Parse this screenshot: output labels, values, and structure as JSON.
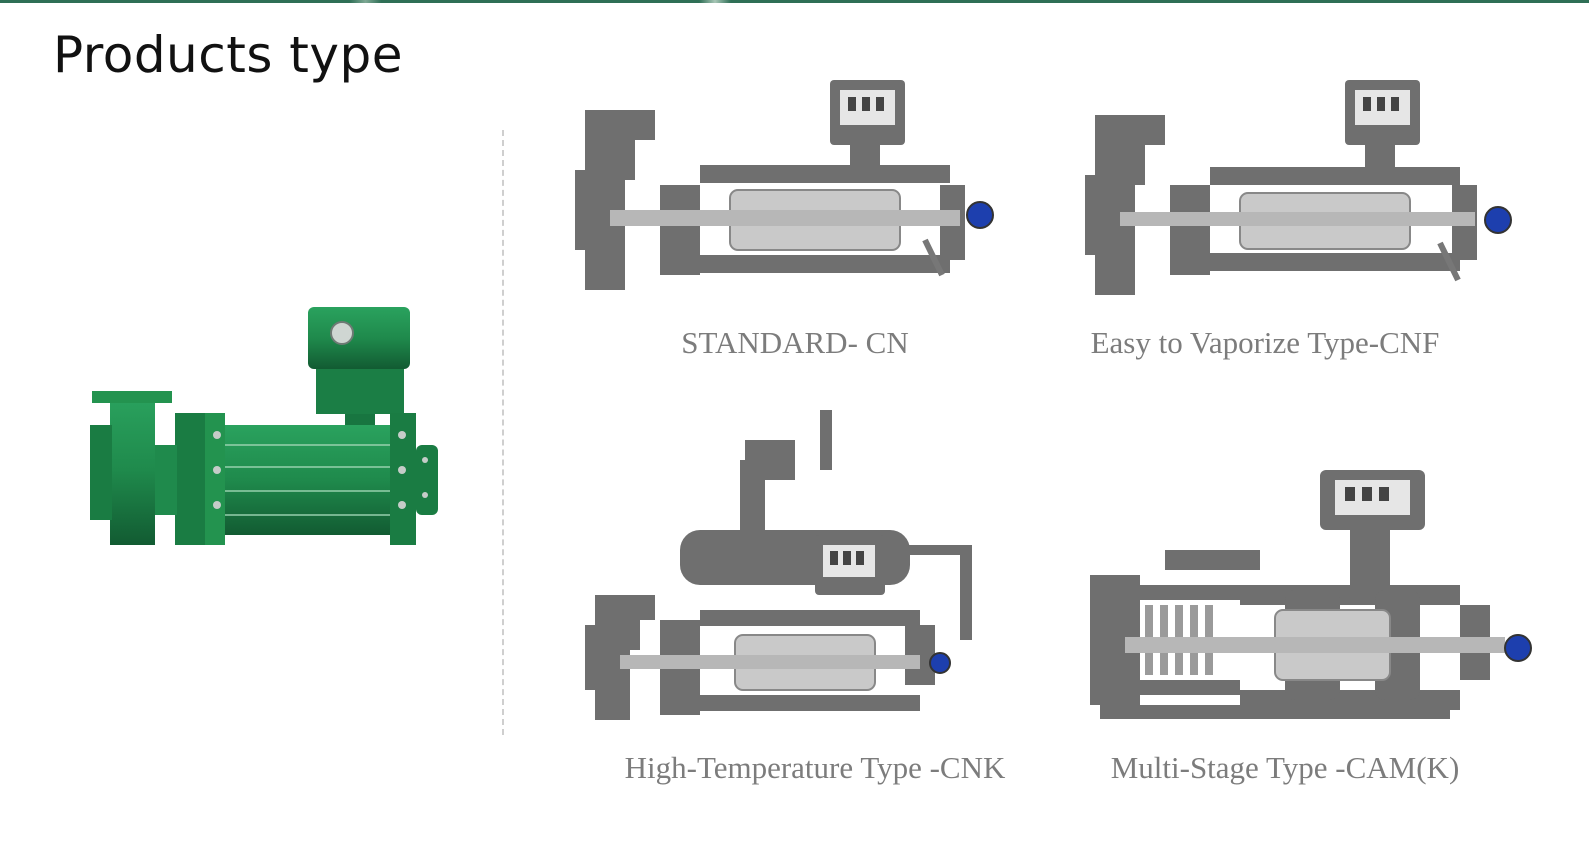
{
  "page": {
    "title": "Products type"
  },
  "products": [
    {
      "name": "STANDARD- CN"
    },
    {
      "name": "Easy to Vaporize Type-CNF"
    },
    {
      "name": "High-Temperature Type -CNK"
    },
    {
      "name": "Multi-Stage Type -CAM(K)"
    }
  ],
  "colors": {
    "pump_green": "#1f8a4c",
    "pump_green_dark": "#136236",
    "section_gray": "#6f6f6f",
    "shaft_silver": "#c9c9c9",
    "gauge_blue": "#1d3fae",
    "caption_gray": "#7c7c7c"
  },
  "icons": {
    "hero": "green-canned-motor-pump",
    "cross_section": "pump-cross-section-drawing",
    "gauge": "pressure-gauge-icon"
  }
}
